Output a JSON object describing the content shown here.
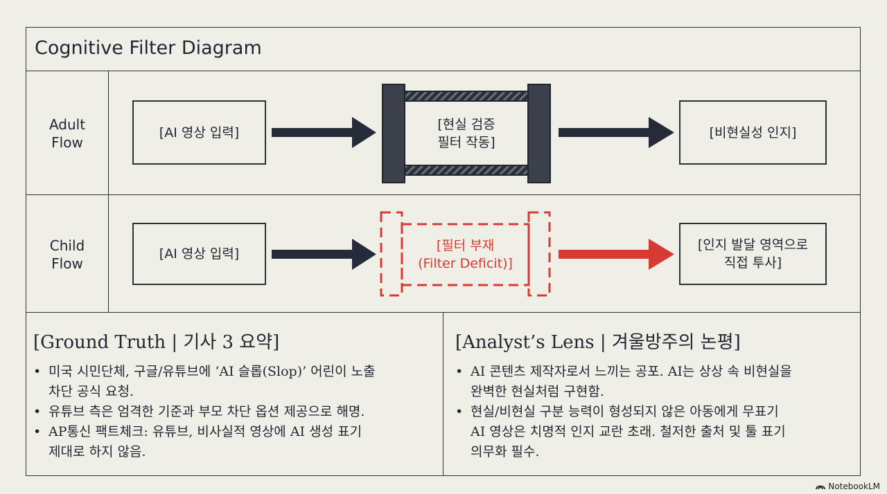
{
  "title": "Cognitive Filter Diagram",
  "rows": {
    "adult": {
      "label_line1": "Adult",
      "label_line2": "Flow",
      "input": "[AI 영상 입력]",
      "filter_line1": "[현실 검증",
      "filter_line2": "필터 작동]",
      "output": "[비현실성 인지]"
    },
    "child": {
      "label_line1": "Child",
      "label_line2": "Flow",
      "input": "[AI 영상 입력]",
      "filter_line1": "[필터 부재",
      "filter_line2": "(Filter Deficit)]",
      "output_line1": "[인지 발달 영역으로",
      "output_line2": "직접 투사]"
    }
  },
  "ground_truth": {
    "title": "[Ground Truth | 기사 3 요약]",
    "bullets": [
      [
        "미국 시민단체, 구글/유튜브에 ‘AI 슬롭(Slop)’ 어린이 노출",
        "차단 공식 요청."
      ],
      [
        "유튜브 측은 엄격한 기준과 부모 차단 옵션 제공으로 해명."
      ],
      [
        "AP통신 팩트체크: 유튜브, 비사실적 영상에 AI 생성 표기",
        "제대로 하지 않음."
      ]
    ]
  },
  "analyst_lens": {
    "title": "[Analyst’s Lens | 겨울방주의 논평]",
    "bullets": [
      [
        "AI 콘텐츠 제작자로서 느끼는 공포. AI는 상상 속 비현실을",
        "완벽한 현실처럼 구현함."
      ],
      [
        "현실/비현실 구분 능력이 형성되지 않은 아동에게 무표기",
        "AI 영상은 치명적 인지 교란 초래. 철저한 출처 및 툴 표기",
        "의무화 필수."
      ]
    ]
  },
  "brand": "NotebookLM",
  "colors": {
    "ink": "#2b2f36",
    "arrow_dark": "#252b38",
    "accent_red": "#d63a33",
    "background": "#efefe7"
  }
}
